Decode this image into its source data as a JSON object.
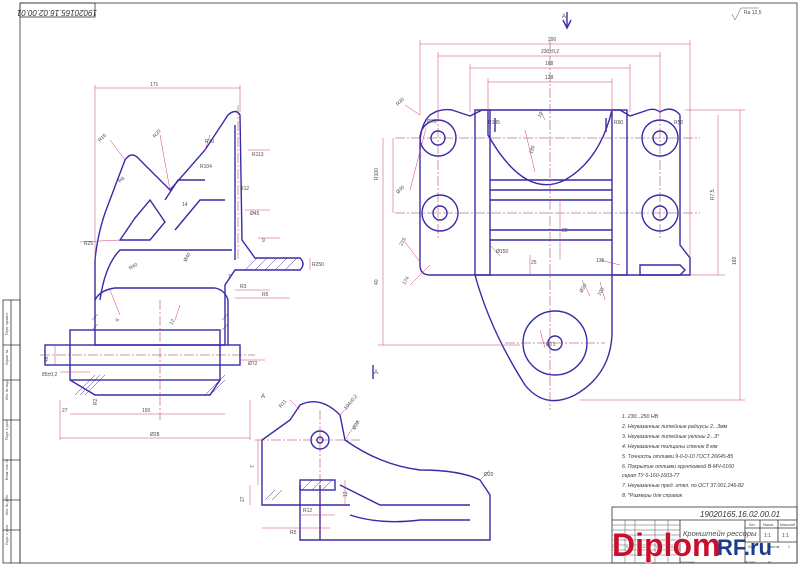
{
  "drawing": {
    "code_rotated": "19020165.16.02.00.01",
    "code": "19020165.16.02.00.01",
    "title": "Кронштейн рессоры",
    "surface_mark": "Ra 12,5",
    "section_marks": [
      "A",
      "A"
    ],
    "view_label": "A"
  },
  "dimensions": [
    "171",
    "290",
    "230±0,2",
    "168",
    "128",
    "R30",
    "R50",
    "R90",
    "R135",
    "Ø70",
    "Ø30",
    "R104",
    "Ø40",
    "R40",
    "R25",
    "R12",
    "R20",
    "R16",
    "R10",
    "R8",
    "R5",
    "R3",
    "R113",
    "R250",
    "Ø45",
    "9",
    "6",
    "12",
    "14",
    "7",
    "27",
    "150",
    "160",
    "185",
    "215",
    "174",
    "Ø150",
    "135",
    "22",
    "25",
    "Ø20",
    "10",
    "46",
    "Ø71",
    "Ø28",
    "85±0,2",
    "104±0,2",
    "Ø72",
    "100",
    "R100",
    "40",
    "R11",
    "R7,5",
    "R2"
  ],
  "notes": [
    "1. 230...250 НВ",
    "2. Неуказанные литейные радиусы 2...3мм",
    "3. Неуказанные литейные уклоны 2...3°",
    "4. Неуказанные толщины стенок 8 мм",
    "5. Точность отливки 9-0-0-10 ГОСТ 26645-85",
    "6. Покрытие отливки грунтовкой В-МЧ-0160",
    "   серая ТУ 6-160-1603-77",
    "7. Неуказанные пред. откл. по ОСТ 37.001.246-82",
    "8. *Размеры для справок"
  ],
  "title_block": {
    "cells": [
      "Лит.",
      "Масса",
      "Масштаб",
      "1:1",
      "1:1",
      "Лист",
      "Листов",
      "1"
    ],
    "rows": [
      "Изм",
      "Лист",
      "№ докум.",
      "Подп.",
      "Дата"
    ],
    "footer": [
      "Копировал",
      "Формат",
      "А1"
    ]
  },
  "side_stamp": [
    "Подп. и дата",
    "Инв. № дубл.",
    "Взам. инв. №",
    "Подп. и дата",
    "Инв. № подл.",
    "Справ. №",
    "Перв. примен."
  ],
  "watermark": {
    "text": "Diplom",
    "suffix": "RF.ru"
  },
  "colors": {
    "part": "#3a2aa8",
    "dimension": "#d23a78",
    "centerline": "#9a2d5c",
    "watermark": "#c8102e"
  }
}
